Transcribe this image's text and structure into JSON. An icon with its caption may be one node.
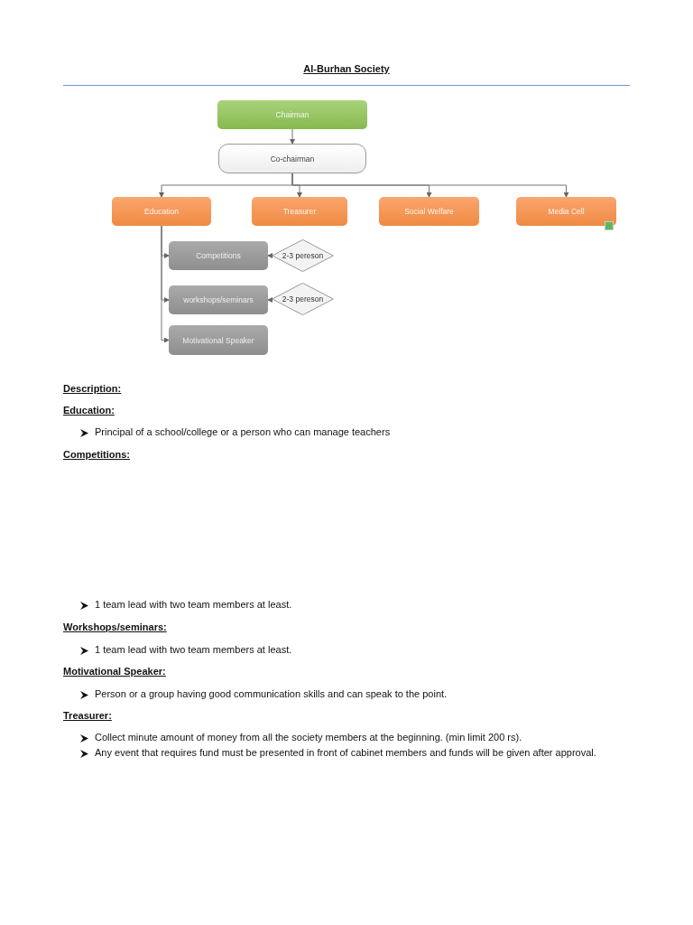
{
  "diagram": {
    "title": "Al-Burhan Society",
    "nodes": [
      {
        "text": [
          "Chairman"
        ]
      },
      {
        "text": [
          "Co-chairman"
        ]
      },
      {
        "text": [
          "Education"
        ]
      },
      {
        "text": [
          "Treasurer"
        ]
      },
      {
        "text": [
          "Social Welfare"
        ]
      },
      {
        "text": [
          "Media Cell"
        ]
      },
      {
        "text": [
          "Competitions"
        ]
      },
      {
        "text": [
          "workshops/seminars"
        ]
      },
      {
        "text": [
          "Motivational Speaker"
        ]
      },
      {
        "text": [
          "2-3 pereson"
        ]
      },
      {
        "text": [
          "2-3 pereson"
        ]
      }
    ],
    "edges": [
      {
        "from": 0,
        "to": 1,
        "arrow": "to"
      },
      {
        "from": 1,
        "to": 2,
        "arrow": "to"
      },
      {
        "from": 1,
        "to": 3,
        "arrow": "to"
      },
      {
        "from": 1,
        "to": 4,
        "arrow": "to"
      },
      {
        "from": 1,
        "to": 5,
        "arrow": "to"
      },
      {
        "from": 2,
        "to": 6,
        "arrow": "to"
      },
      {
        "from": 2,
        "to": 7,
        "arrow": "to"
      },
      {
        "from": 2,
        "to": 8,
        "arrow": "to"
      },
      {
        "from": 9,
        "to": 6,
        "arrow": "to"
      },
      {
        "from": 10,
        "to": 7,
        "arrow": "to"
      }
    ],
    "labels": [
      "Description:",
      "Education:",
      "Principal of a school/college or a person who can manage teachers",
      "Competitions:",
      "1 team lead with two team members at least.",
      "Workshops/seminars:",
      "1 team lead with two team members at least.",
      "Motivational Speaker:",
      "Person or a group having good communication skills and can speak to the point.",
      "Treasurer:",
      "Collect minute amount of money from all the society members at the beginning. (min limit 200 rs).",
      "Any event that requires fund must be presented in front of cabinet members and funds will be given after approval."
    ]
  }
}
